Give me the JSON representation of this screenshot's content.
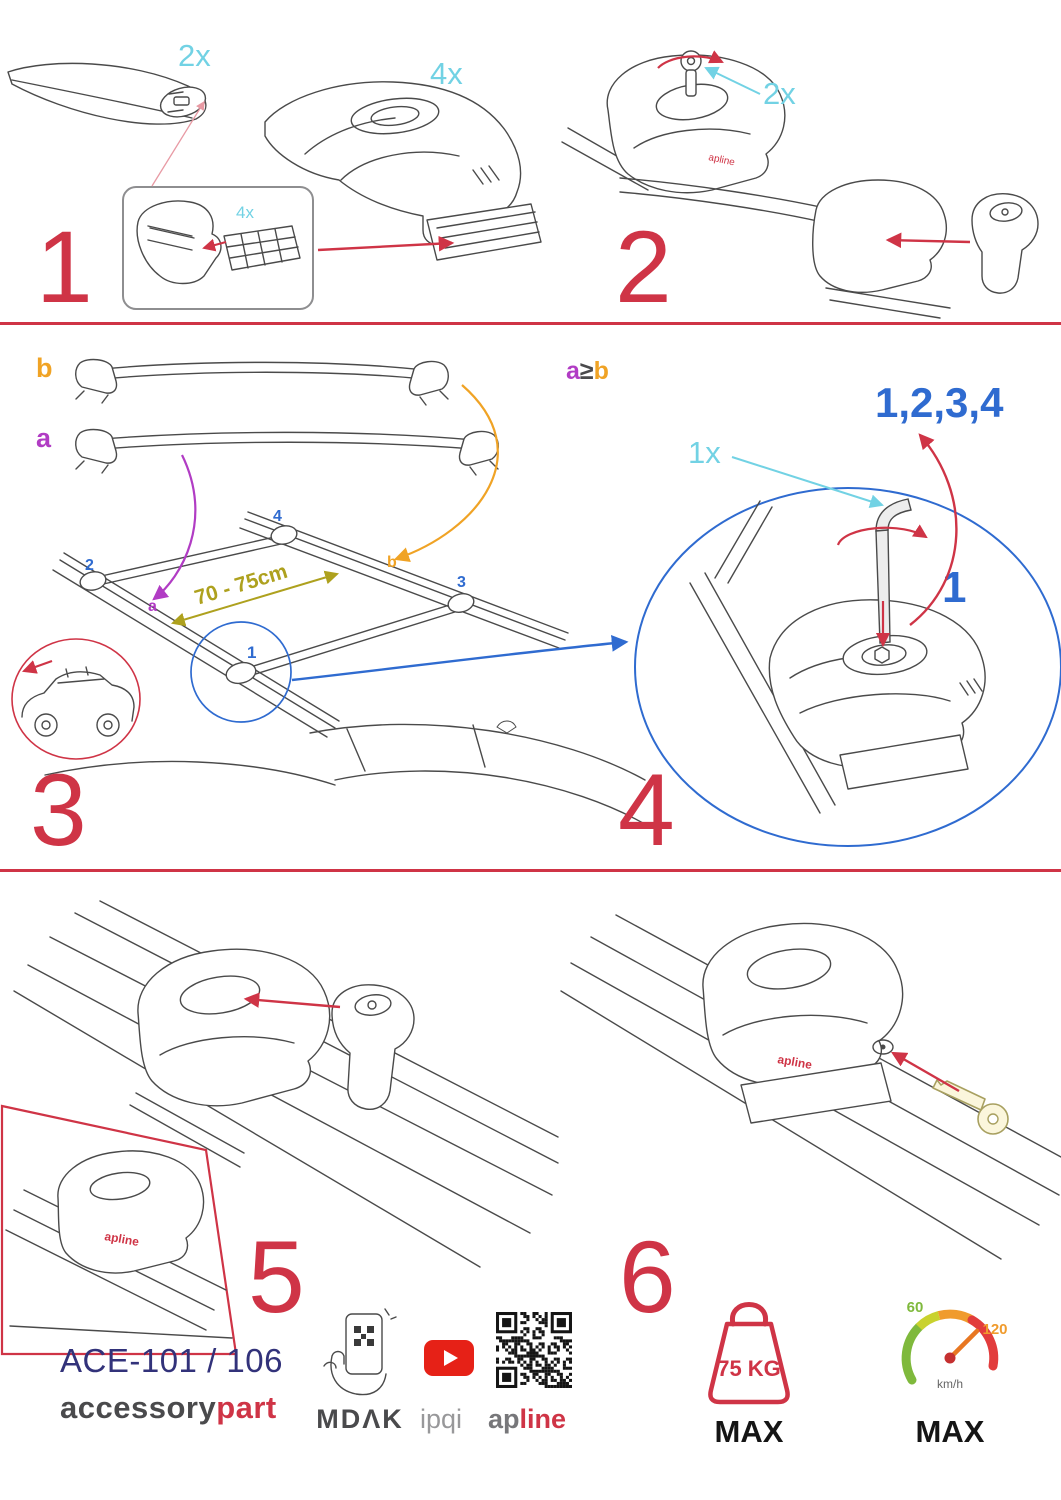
{
  "colors": {
    "accent_red": "#cf3446",
    "cyan": "#72d2e4",
    "blue": "#2f6bd0",
    "purple": "#b13cc4",
    "orange": "#f0a325",
    "olive": "#aea11e",
    "navy": "#32327a"
  },
  "step1": {
    "number": "1",
    "bar_qty": "2x",
    "foot_qty": "4x",
    "pad_qty": "4x"
  },
  "step2": {
    "number": "2",
    "key_qty": "2x",
    "foot_logo": "apline"
  },
  "step3": {
    "number": "3",
    "bar_label_a": "a",
    "bar_label_b": "b",
    "distance": "70 - 75cm",
    "pos1": "1",
    "pos2": "2",
    "pos3": "3",
    "pos4": "4",
    "roof_a": "a",
    "roof_b": "b"
  },
  "step4": {
    "number": "4",
    "rule_a": "a",
    "rule_op": "≥",
    "rule_b": "b",
    "sequence": "1,2,3,4",
    "tool_qty": "1x",
    "first_pos": "1"
  },
  "step5": {
    "number": "5",
    "foot_logo": "apline"
  },
  "step6": {
    "number": "6",
    "foot_logo": "apline"
  },
  "footer": {
    "model": "ACE-101 / 106",
    "brand_primary": "accessory",
    "brand_accent": "part",
    "mdak": "MDΛK",
    "ipqi": "ipqi",
    "apline_prefix": "ap",
    "apline_accent": "line",
    "weight": "75 KG",
    "weight_max": "MAX",
    "speed_low": "60",
    "speed_high": "120",
    "speed_unit": "km/h",
    "speed_max": "MAX"
  }
}
